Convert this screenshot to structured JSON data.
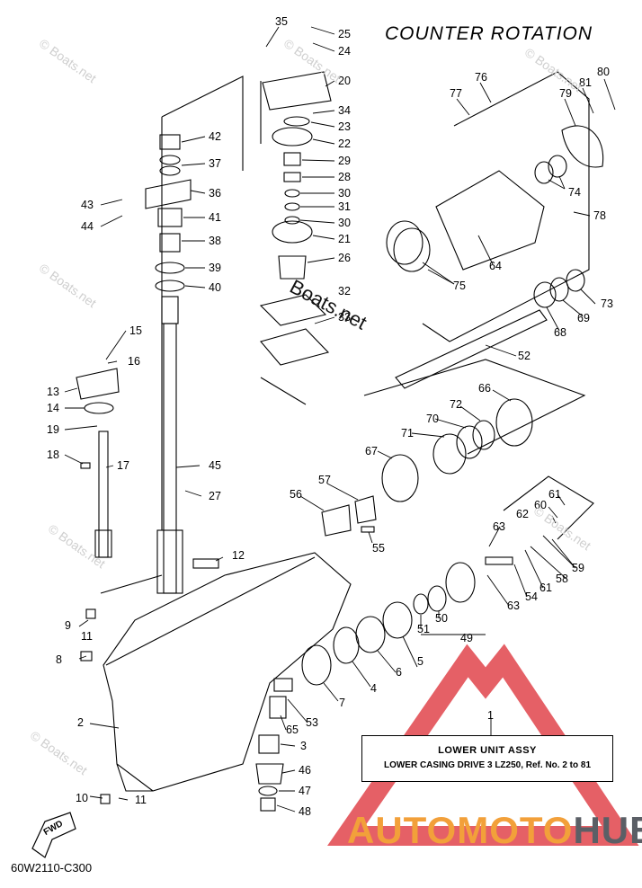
{
  "title": "COUNTER ROTATION",
  "diagram_code": "60W2110-C300",
  "callout": {
    "ref": "1",
    "line1": "LOWER UNIT ASSY",
    "line2": "LOWER CASING DRIVE 3 LZ250, Ref. No. 2 to 81"
  },
  "fwd_label": "FWD",
  "watermark_small": "© Boats.net",
  "watermark_big": "Boats.net",
  "logo": {
    "part1": "AUTOMOTO",
    "part2": "HUB",
    "color1": "#f2a03a",
    "color2": "#5b5f66",
    "triangle_color": "#e0444b"
  },
  "part_numbers": {
    "n1": "1",
    "n2": "2",
    "n3": "3",
    "n4": "4",
    "n5": "5",
    "n6": "6",
    "n7": "7",
    "n8": "8",
    "n9": "9",
    "n10": "10",
    "n11a": "11",
    "n11b": "11",
    "n12": "12",
    "n13": "13",
    "n14": "14",
    "n15": "15",
    "n16": "16",
    "n17": "17",
    "n18": "18",
    "n19": "19",
    "n20": "20",
    "n21": "21",
    "n22": "22",
    "n23": "23",
    "n24": "24",
    "n25": "25",
    "n26": "26",
    "n27": "27",
    "n28": "28",
    "n29": "29",
    "n30a": "30",
    "n30b": "30",
    "n31": "31",
    "n32": "32",
    "n33": "33",
    "n34": "34",
    "n35": "35",
    "n36": "36",
    "n37": "37",
    "n38": "38",
    "n39": "39",
    "n40": "40",
    "n41": "41",
    "n42": "42",
    "n43": "43",
    "n44": "44",
    "n45": "45",
    "n46": "46",
    "n47": "47",
    "n48": "48",
    "n49": "49",
    "n50": "50",
    "n51": "51",
    "n52": "52",
    "n53": "53",
    "n54": "54",
    "n55": "55",
    "n56": "56",
    "n57": "57",
    "n58": "58",
    "n59": "59",
    "n60": "60",
    "n61a": "61",
    "n61b": "61",
    "n62": "62",
    "n63a": "63",
    "n63b": "63",
    "n64": "64",
    "n65": "65",
    "n66": "66",
    "n67": "67",
    "n68": "68",
    "n69": "69",
    "n70": "70",
    "n71": "71",
    "n72": "72",
    "n73": "73",
    "n74": "74",
    "n75": "75",
    "n76": "76",
    "n77": "77",
    "n78": "78",
    "n79": "79",
    "n80": "80",
    "n81": "81"
  }
}
